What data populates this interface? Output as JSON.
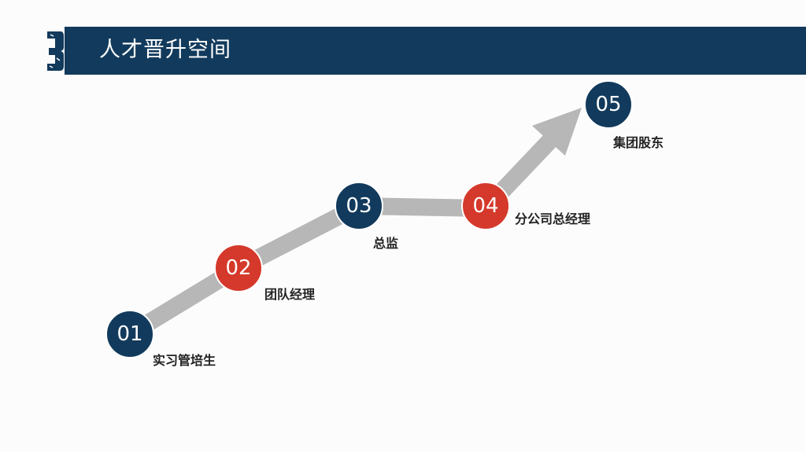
{
  "header": {
    "title": "人才晋升空间"
  },
  "steps": [
    {
      "number": "01",
      "label": "实习管培生",
      "color": "#123a5c"
    },
    {
      "number": "02",
      "label": "团队经理",
      "color": "#d5392b"
    },
    {
      "number": "03",
      "label": "总监",
      "color": "#123a5c"
    },
    {
      "number": "04",
      "label": "分公司总经理",
      "color": "#d5392b"
    },
    {
      "number": "05",
      "label": "集团股东",
      "color": "#123a5c"
    }
  ],
  "colors": {
    "header_bg": "#123a5c",
    "arrow": "#b7b7b7",
    "navy": "#123a5c",
    "red": "#d5392b"
  }
}
